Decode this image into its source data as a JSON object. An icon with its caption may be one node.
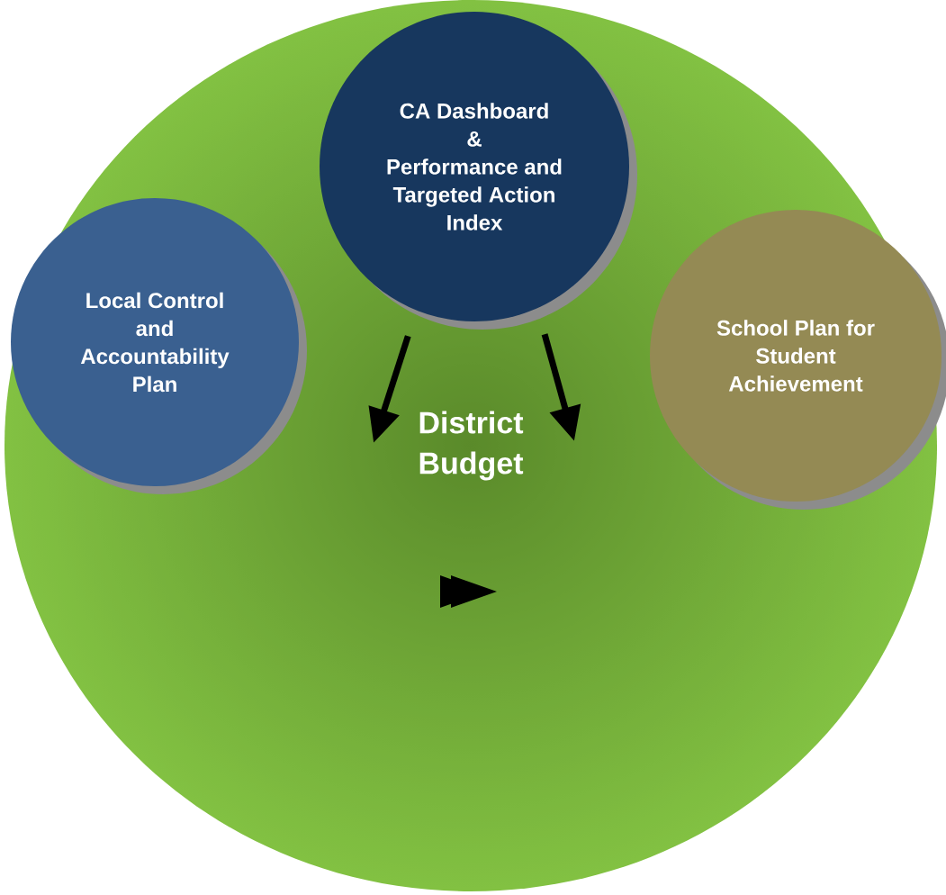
{
  "diagram": {
    "nodes": [
      {
        "text": [
          "District Budget"
        ]
      },
      {
        "text": [
          "Local Control and Accountability Plan"
        ]
      },
      {
        "text": [
          "CA Dashboard",
          "&",
          "Performance and Targeted Action Index"
        ]
      },
      {
        "text": [
          "School Plan for Student Achievement"
        ]
      }
    ],
    "edges": [
      {
        "from": 2,
        "to": null,
        "arrow": "to"
      },
      {
        "from": 2,
        "to": null,
        "arrow": "to"
      }
    ]
  }
}
